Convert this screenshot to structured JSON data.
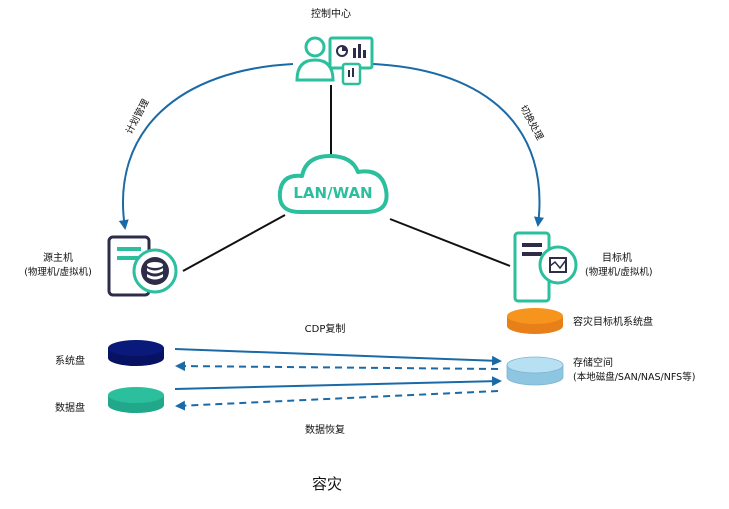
{
  "control_center": {
    "label": "控制中心"
  },
  "cloud": {
    "label": "LAN/WAN"
  },
  "arrows": {
    "plan_management": "计划管理",
    "switch_handling": "切换处理"
  },
  "source_host": {
    "title": "源主机",
    "subtitle": "(物理机/虚拟机)"
  },
  "target_host": {
    "title": "目标机",
    "subtitle": "(物理机/虚拟机)"
  },
  "disks": {
    "system_disk": "系统盘",
    "data_disk": "数据盘",
    "target_system_disk": "容灾目标机系统盘",
    "storage_title": "存储空间",
    "storage_subtitle": "(本地磁盘/SAN/NAS/NFS等)"
  },
  "flows": {
    "cdp_replication": "CDP复制",
    "data_recovery": "数据恢复"
  },
  "caption": "容灾",
  "colors": {
    "teal": "#2bbf9e",
    "navy": "#0a1a7a",
    "orange": "#f7941d",
    "light_blue": "#a9d9ef",
    "arrow_blue": "#1a6aa8",
    "dark": "#2d2d4a"
  }
}
